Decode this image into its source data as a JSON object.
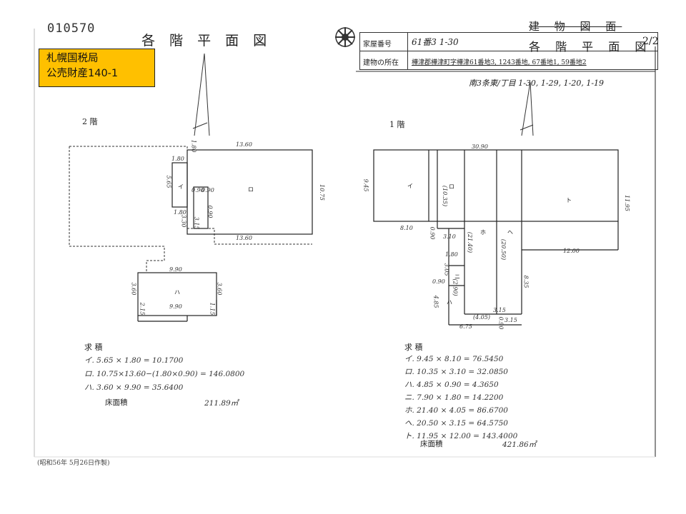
{
  "doc_number": "010570",
  "page_title": "各 階 平 面 図",
  "stamp": {
    "line1": "札幌国税局",
    "line2": "公売財産140-1"
  },
  "header_table": {
    "house_number_key": "家屋番号",
    "house_number_value": "61番3 1-30",
    "location_key": "建物の所在",
    "location_value": "樺津郡樺津町字樺津61番地3, 1243番地, 67番地1, 59番地2"
  },
  "sheet_title_struck": "建 物 図 面",
  "sheet_title": "各 階 平 面 図",
  "sheet_page": "2/2",
  "address_line": "南3条東/丁目 1-30, 1-29, 1-20, 1-19",
  "floor2": {
    "label": "2 階",
    "rooms": {
      "i": "イ",
      "ro": "ロ",
      "ha": "ハ"
    },
    "dims": {
      "top": "13.60",
      "bottom": "13.60",
      "right": "10.75",
      "i_w": "1.80",
      "i_h": "5.65",
      "small1": "1.80",
      "small2": "1.80",
      "d090a": "0.90",
      "d090b": "0.90",
      "d330": "3.30",
      "d315": "3.15",
      "d080": "0.90",
      "ha_top": "9.90",
      "ha_bottom": "9.90",
      "ha_left": "3.60",
      "ha_right": "3.60",
      "ha_l2": "2.15",
      "ha_r2": "1.15"
    },
    "calc_title": "求 積",
    "calc": [
      "イ. 5.65 × 1.80 = 10.1700",
      "ロ. 10.75×13.60−(1.80×0.90) = 146.0800",
      "ハ. 3.60 × 9.90 = 35.6400"
    ],
    "area_label": "床面積",
    "area_value": "211.89㎡"
  },
  "floor1": {
    "label": "1 階",
    "rooms": {
      "i": "イ",
      "ro": "ロ",
      "ho": "ホ",
      "he": "ヘ",
      "to": "ト",
      "ha": "ハ",
      "ni": "ニ"
    },
    "dims": {
      "top": "30.90",
      "i_h": "9.45",
      "i_w": "8.10",
      "ro_v": "(10.35)",
      "d090": "0.90",
      "d310": "3.10",
      "ho_v": "(21.40)",
      "he_v": "(20.50)",
      "to_h": "11.95",
      "to_w": "12.00",
      "d180": "1.80",
      "d305": "3.05",
      "d290": "(2.90)",
      "d090b": "0.90",
      "d485": "4.85",
      "d405": "(4.05)",
      "d675": "6.75",
      "d090c": "0.90",
      "d315": "3.15",
      "d835": "8.35",
      "d315b": "3.15"
    },
    "calc_title": "求 積",
    "calc": [
      "イ. 9.45 × 8.10 = 76.5450",
      "ロ. 10.35 × 3.10 = 32.0850",
      "ハ. 4.85 × 0.90 = 4.3650",
      "ニ. 7.90 × 1.80 = 14.2200",
      "ホ. 21.40 × 4.05 = 86.6700",
      "ヘ. 20.50 × 3.15 = 64.5750",
      "ト. 11.95 × 12.00 = 143.4000"
    ],
    "area_label": "床面積",
    "area_value": "421.86㎡"
  },
  "footer_note": "(昭和56年 5月26日作製)"
}
